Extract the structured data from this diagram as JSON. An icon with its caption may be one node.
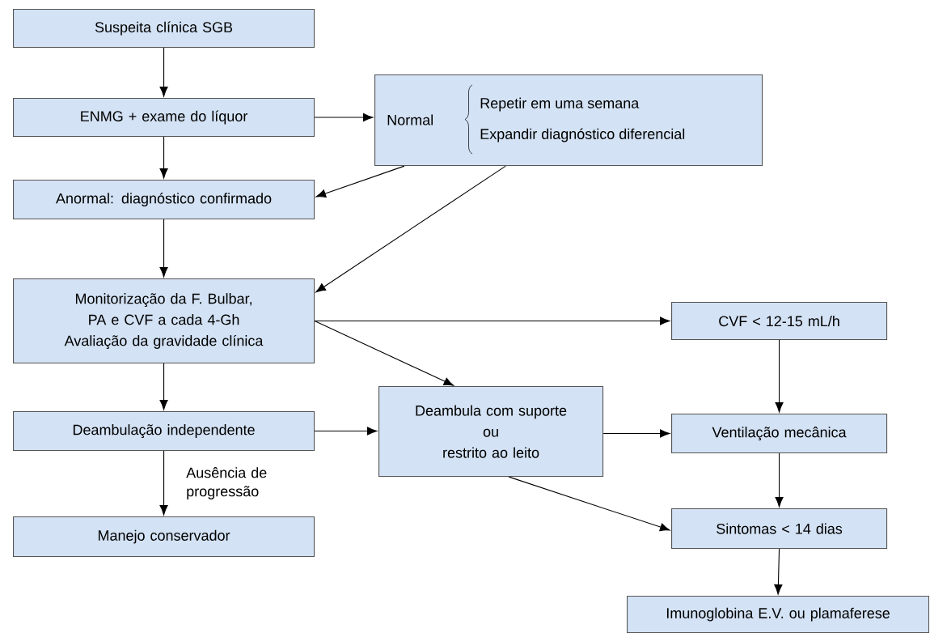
{
  "diagram": {
    "nodes": [
      {
        "text": [
          "Suspeita clínica SGB"
        ]
      },
      {
        "text": [
          "ENMG + exame do líquor"
        ]
      },
      {
        "text": [
          "Normal",
          "Repetir em uma semana",
          "Expandir diagnóstico diferencial"
        ]
      },
      {
        "text": [
          "Anormal: diagnóstico confirmado"
        ]
      },
      {
        "text": [
          "Monitorização da F. Bulbar, PA e CVF a cada 4-Gh",
          "Avaliação da gravidade clínica"
        ]
      },
      {
        "text": [
          "Deambulação independente"
        ]
      },
      {
        "text": [
          "Manejo conservador"
        ]
      },
      {
        "text": [
          "Deambula com suporte",
          "ou",
          "restrito ao leito"
        ]
      },
      {
        "text": [
          "CVF < 12-15 mL/h"
        ]
      },
      {
        "text": [
          "Ventilação mecânica"
        ]
      },
      {
        "text": [
          "Sintomas < 14 dias"
        ]
      },
      {
        "text": [
          "Imunoglobina E.V. ou plamaferese"
        ]
      }
    ],
    "edges": [
      {
        "from": 0,
        "to": 1,
        "arrow": "to"
      },
      {
        "from": 1,
        "to": 2,
        "arrow": "to"
      },
      {
        "from": 1,
        "to": 3,
        "arrow": "to"
      },
      {
        "from": 2,
        "to": 3,
        "arrow": "to"
      },
      {
        "from": 2,
        "to": 4,
        "arrow": "to"
      },
      {
        "from": 3,
        "to": 4,
        "arrow": "to"
      },
      {
        "from": 4,
        "to": 8,
        "arrow": "to"
      },
      {
        "from": 4,
        "to": 7,
        "arrow": "to"
      },
      {
        "from": 4,
        "to": 5,
        "arrow": "to"
      },
      {
        "from": 5,
        "to": 7,
        "arrow": "to"
      },
      {
        "from": 5,
        "to": 6,
        "arrow": "to",
        "label": "Ausência de progressão"
      },
      {
        "from": 7,
        "to": 9,
        "arrow": "to"
      },
      {
        "from": 7,
        "to": 10,
        "arrow": "to"
      },
      {
        "from": 8,
        "to": 9,
        "arrow": "to"
      },
      {
        "from": 9,
        "to": 10,
        "arrow": "to"
      },
      {
        "from": 10,
        "to": 11,
        "arrow": "to"
      }
    ]
  }
}
